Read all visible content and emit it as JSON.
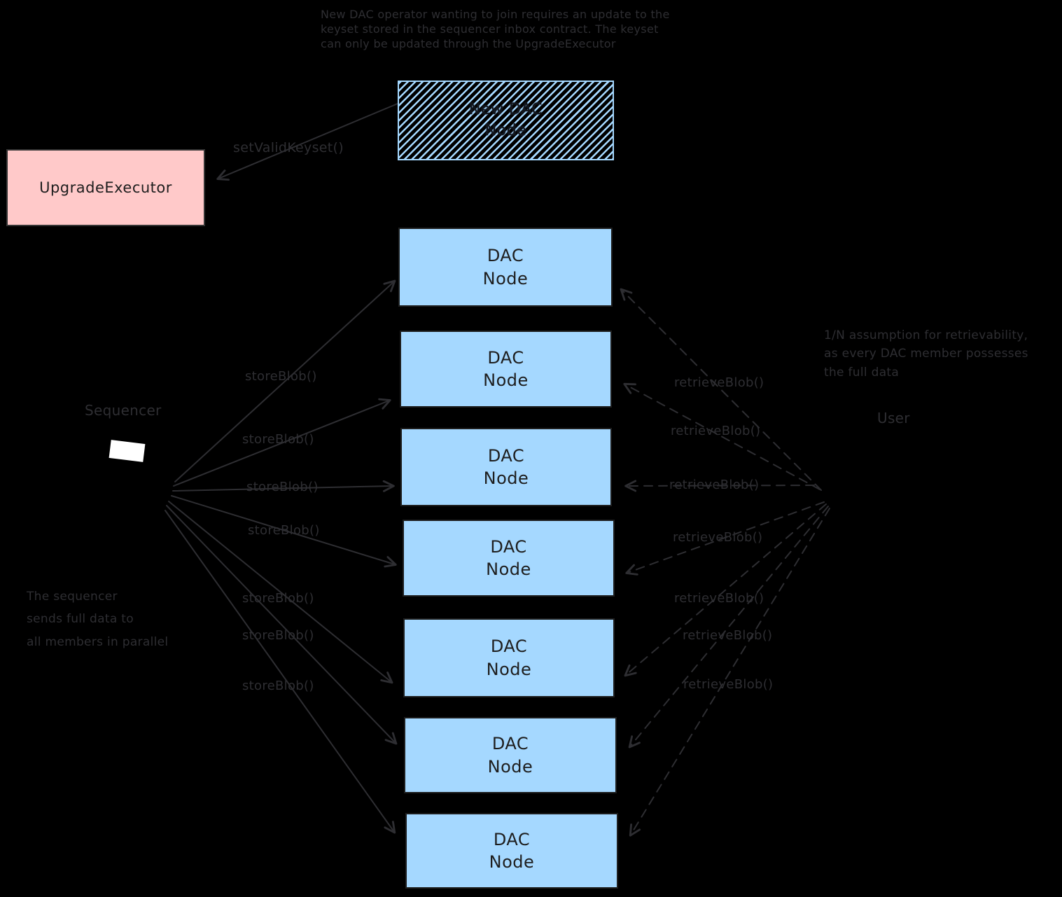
{
  "colors": {
    "background": "#000000",
    "ink": "#2e2e32",
    "dac_node_fill": "#a5d8ff",
    "dac_node_border": "#1e1e1e",
    "upgrade_executor_fill": "#ffc9c9",
    "sequencer_icon_fill": "#ffffff"
  },
  "notes": {
    "top": {
      "text": "New DAC operator wanting to join requires an update to the\nkeyset stored in the sequencer inbox contract. The keyset\ncan only be updated through the UpgradeExecutor"
    },
    "right": {
      "text": "1/N assumption for retrievability,\nas every DAC member possesses\nthe full data"
    },
    "bottom_left": {
      "text": "The sequencer\nsends full data to\nall members in parallel"
    }
  },
  "nodes": {
    "new_dac_node": {
      "label": "New DAC\nNode"
    },
    "upgrade_executor": {
      "label": "UpgradeExecutor"
    },
    "sequencer": {
      "label": "Sequencer"
    },
    "user": {
      "label": "User"
    },
    "dac_nodes": [
      {
        "label": "DAC\nNode"
      },
      {
        "label": "DAC\nNode"
      },
      {
        "label": "DAC\nNode"
      },
      {
        "label": "DAC\nNode"
      },
      {
        "label": "DAC\nNode"
      },
      {
        "label": "DAC\nNode"
      },
      {
        "label": "DAC\nNode"
      }
    ]
  },
  "edges": {
    "set_valid_keyset": {
      "label": "setValidKeyset()"
    },
    "store_calls": [
      {
        "label": "storeBlob()"
      },
      {
        "label": "storeBlob()"
      },
      {
        "label": "storeBlob()"
      },
      {
        "label": "storeBlob()"
      },
      {
        "label": "storeBlob()"
      },
      {
        "label": "storeBlob()"
      },
      {
        "label": "storeBlob()"
      }
    ],
    "retrieve_calls": [
      {
        "label": "retrieveBlob()"
      },
      {
        "label": "retrieveBlob()"
      },
      {
        "label": "retrieveBlob()"
      },
      {
        "label": "retrieveBlob()"
      },
      {
        "label": "retrieveBlob()"
      },
      {
        "label": "retrieveBlob()"
      },
      {
        "label": "retrieveBlob()"
      }
    ]
  }
}
